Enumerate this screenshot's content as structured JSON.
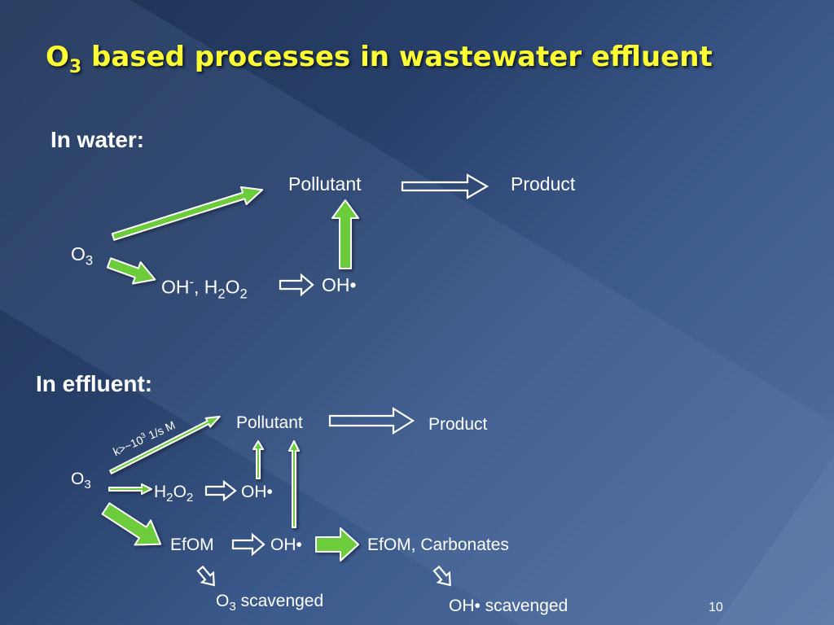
{
  "title": {
    "prefix": "O",
    "sub": "3",
    "rest": " based processes in wastewater effluent"
  },
  "water": {
    "heading": "In water:",
    "pollutant": "Pollutant",
    "product": "Product",
    "o3": {
      "base": "O",
      "sub": "3"
    },
    "oh_minus": {
      "base": "OH",
      "sup": "-"
    },
    "h2o2": {
      "sep": ", ",
      "h": "H",
      "sub1": "2",
      "o": "O",
      "sub2": "2"
    },
    "oh_radical": "OH•"
  },
  "effluent": {
    "heading": "In effluent:",
    "rate": {
      "prefix": "k>~10",
      "sup": "3",
      "suffix": " 1/s M"
    },
    "pollutant": "Pollutant",
    "product": "Product",
    "o3": {
      "base": "O",
      "sub": "3"
    },
    "h2o2": {
      "h": "H",
      "sub1": "2",
      "o": "O",
      "sub2": "2"
    },
    "oh_radical_1": "OH•",
    "efom": "EfOM",
    "oh_radical_2": "OH•",
    "efom_carbonates": "EfOM, Carbonates",
    "o3_scavenged": {
      "base": "O",
      "sub": "3",
      "rest": " scavenged"
    },
    "oh_scavenged": "OH• scavenged"
  },
  "page_number": "10",
  "colors": {
    "title": "#ffff33",
    "arrow_green": "#6ccc3a",
    "arrow_outline": "#ffffff"
  }
}
